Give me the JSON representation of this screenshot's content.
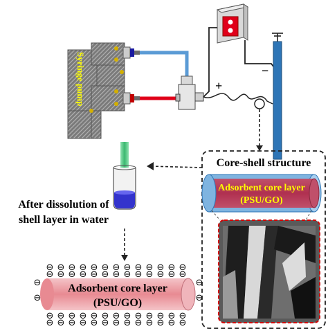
{
  "syringe_pump_label": "Syringe pump",
  "after_dissolution": {
    "line1": "After dissolution of",
    "line2": "shell layer in water"
  },
  "core_shell": {
    "title": "Core-shell structure",
    "core_line1": "Adsorbent core layer",
    "core_line2": "(PSU/GO)"
  },
  "bottom_fiber": {
    "line1": "Adsorbent core layer",
    "line2": "(PSU/GO)",
    "charge_symbol": "⊖"
  },
  "polarity": {
    "plus": "+",
    "minus": "−",
    "ground": "−"
  },
  "colors": {
    "pump_gray": "#808080",
    "blue_tube": "#5b9bd5",
    "red_tube": "#e0001a",
    "collector": "#2e75b6",
    "fiber_pink": "#e8a0a8",
    "core_yellow": "#ffff00",
    "dark_red": "#7f0000"
  }
}
